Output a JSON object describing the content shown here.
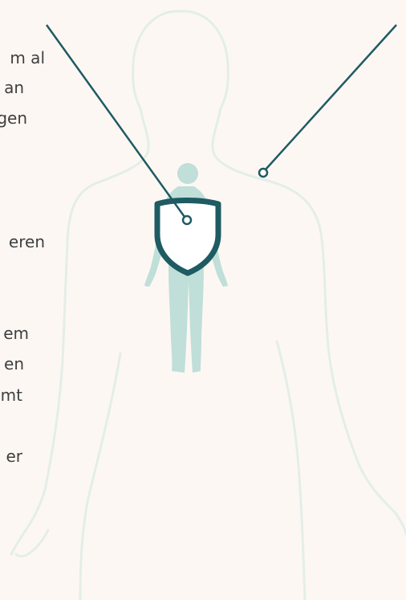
{
  "colors": {
    "background": "#fdf7f3",
    "body_outline": "#e3eee8",
    "figure": "#bfdfd8",
    "accent": "#1e5b63",
    "text": "#3f3f3f"
  },
  "text_fragments": [
    "m al",
    "an",
    "gen",
    "eren",
    "em",
    "en",
    "mt",
    "er"
  ],
  "icons": {
    "large_silhouette": "human-torso-outline",
    "small_figure": "human-figure",
    "shield": "shield-icon"
  }
}
